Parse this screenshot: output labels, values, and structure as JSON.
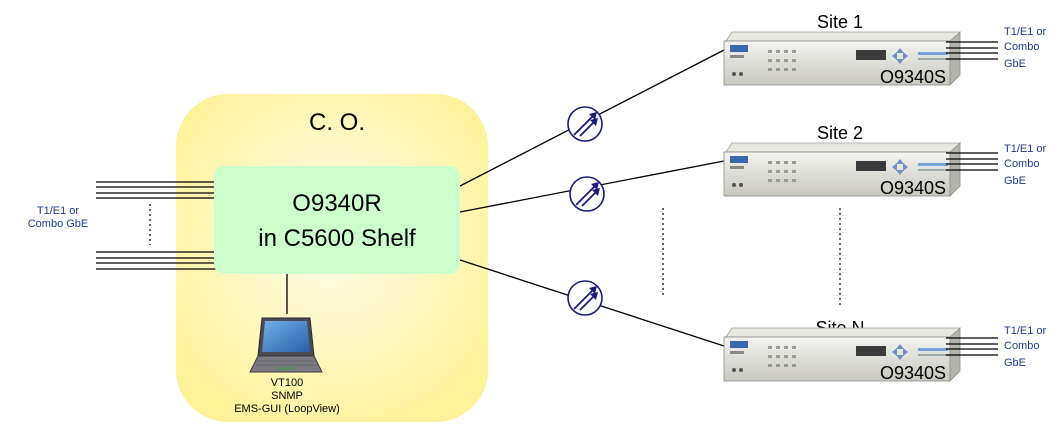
{
  "central_office": {
    "title": "C. O.",
    "main_unit_line1": "O9340R",
    "main_unit_line2": "in C5600 Shelf",
    "left_interface_line1": "T1/E1 or",
    "left_interface_line2": "Combo GbE",
    "laptop_caption_line1": "VT100",
    "laptop_caption_line2": "SNMP",
    "laptop_caption_line3": "EMS-GUI (LoopView)"
  },
  "sites": [
    {
      "name": "Site 1",
      "device": "O9340S",
      "if_line1": "T1/E1 or",
      "if_line2": "Combo",
      "if_line3": "GbE"
    },
    {
      "name": "Site 2",
      "device": "O9340S",
      "if_line1": "T1/E1 or",
      "if_line2": "Combo",
      "if_line3": "GbE"
    },
    {
      "name": "Site N",
      "device": "O9340S",
      "if_line1": "T1/E1 or",
      "if_line2": "Combo",
      "if_line3": "GbE"
    }
  ],
  "colors": {
    "co_zone": "#fff8b0",
    "main_unit": "#ccffcc",
    "interface_text": "#1f3a93",
    "link": "#000000",
    "coupler": "#1a1a7a"
  },
  "icons": {
    "fiber_coupler": "optical-coupler-icon",
    "laptop": "laptop-icon",
    "remote_unit": "rack-unit-icon"
  }
}
